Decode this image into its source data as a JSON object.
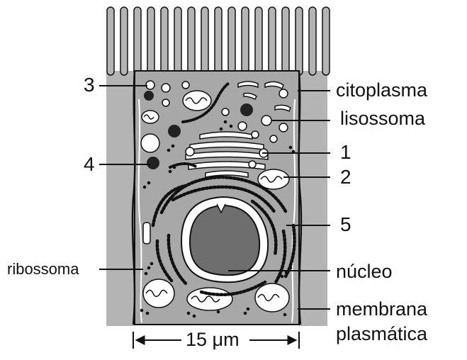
{
  "labels": {
    "n3": "3",
    "n4": "4",
    "n1": "1",
    "n2": "2",
    "n5": "5",
    "citoplasma": "citoplasma",
    "lisossoma": "lisossoma",
    "ribossoma": "ribossoma",
    "nucleo": "núcleo",
    "membrana": "membrana",
    "plasmatica": "plasmática",
    "scale": "15 μm"
  },
  "colors": {
    "cell_fill": "#a8a8a8",
    "neighbor_fill": "#b4b4b4",
    "nucleus_fill": "#6e6e6e",
    "outline": "#111111",
    "organelle_fill": "#ffffff"
  }
}
